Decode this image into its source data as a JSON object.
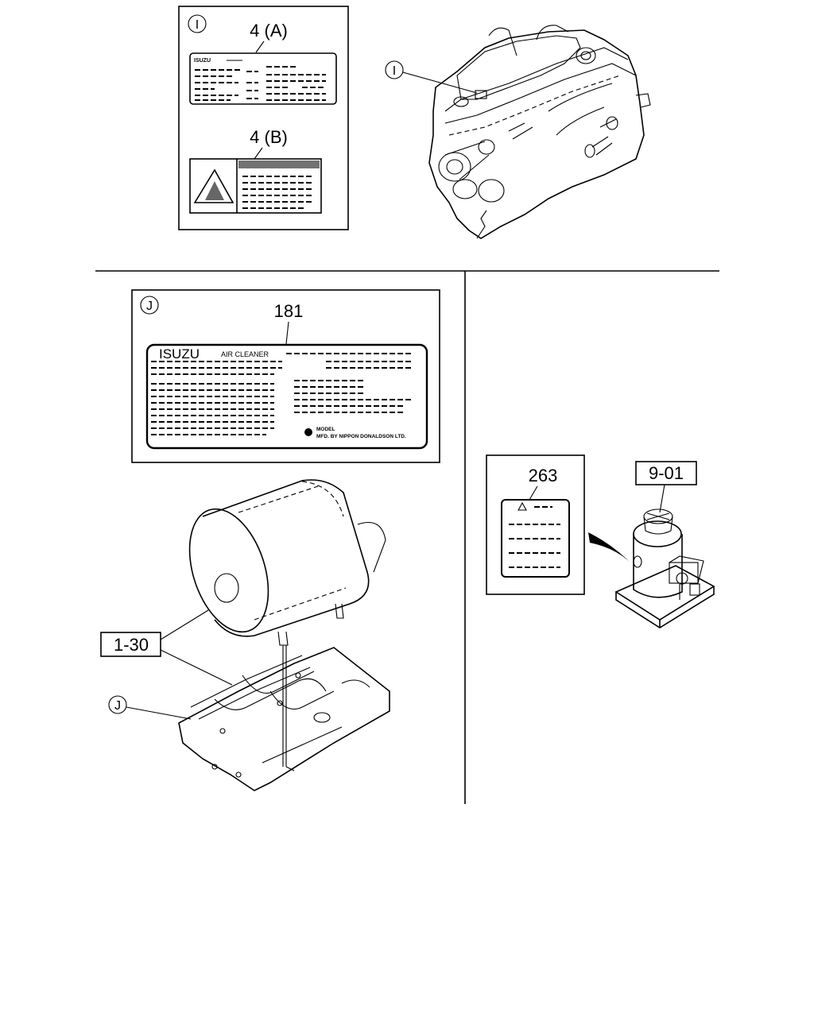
{
  "callouts": {
    "I": "I",
    "J": "J"
  },
  "labels": {
    "engine_plate": "4 (A)",
    "warning_plate": "4 (B)",
    "air_cleaner_plate": "181",
    "jack_caution_plate": "263",
    "air_cleaner_assy": "1-30",
    "jack": "9-01"
  },
  "plates": {
    "engine_brand": "ISUZU",
    "air_cleaner_brand": "ISUZU",
    "air_cleaner_title": "AIR CLEANER",
    "air_cleaner_model": "MODEL",
    "air_cleaner_maker": "MFD. BY NIPPON DONALDSON LTD."
  }
}
